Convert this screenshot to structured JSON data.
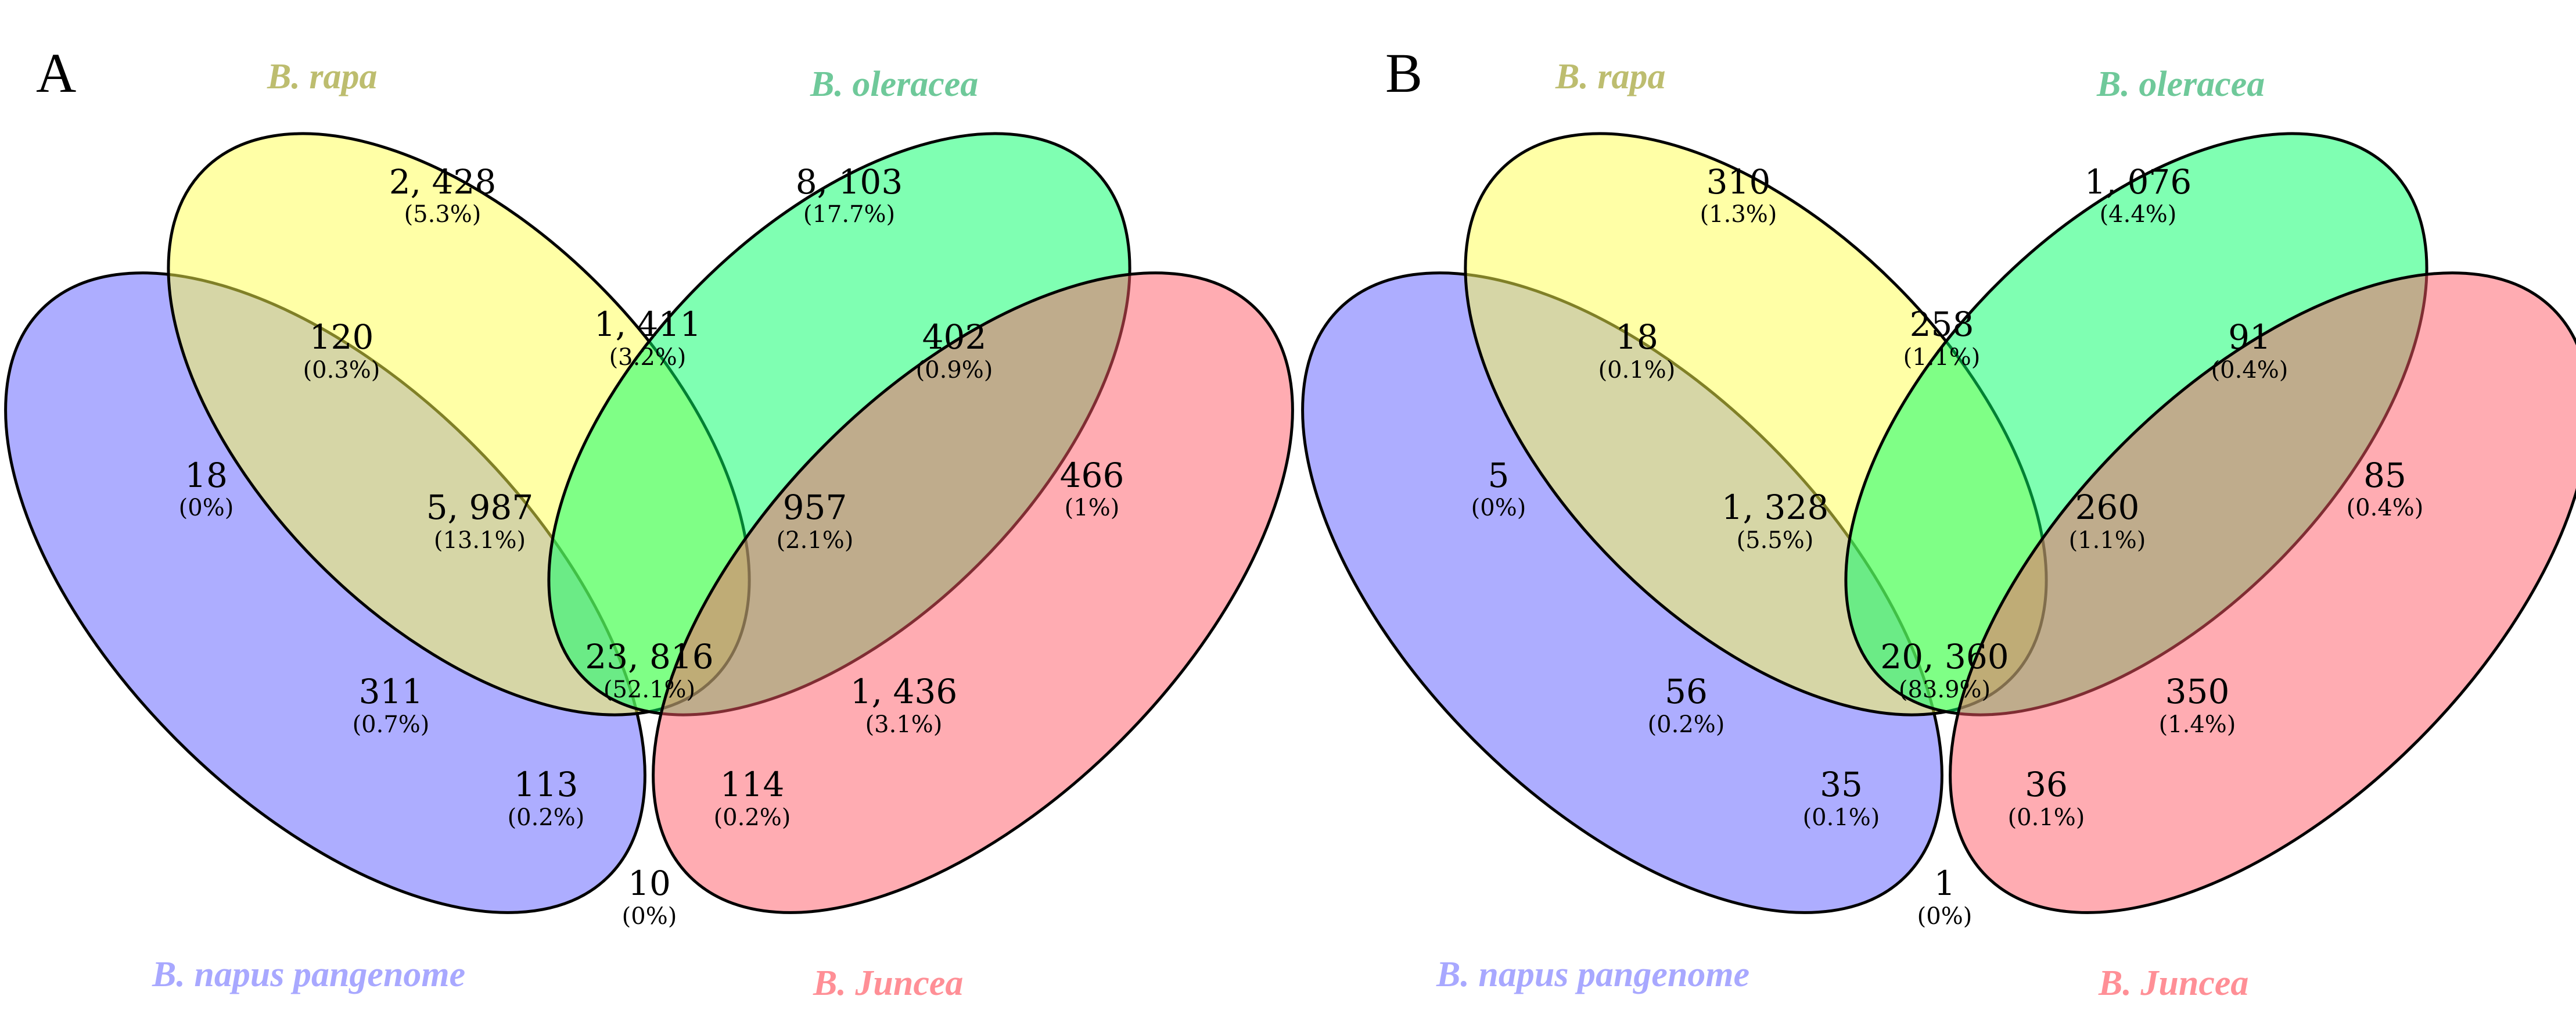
{
  "colors": {
    "napus": "#5b5cff",
    "rapa": "#ffff4d",
    "oleracea": "#00ff66",
    "juncea": "#ff5a66",
    "label_napus": "#a8a8ff",
    "label_rapa": "#bdbd6f",
    "label_oleracea": "#6fc99a",
    "label_juncea": "#ff8f96"
  },
  "panels": [
    {
      "letter": "A",
      "sets": {
        "rapa": "B. rapa",
        "oleracea": "B. oleracea",
        "napus": "B. napus pangenome",
        "juncea": "B. Juncea"
      },
      "regions": {
        "napus_only": {
          "count": "18",
          "pct": "(0%)"
        },
        "rapa_only": {
          "count": "2, 428",
          "pct": "(5.3%)"
        },
        "oleracea_only": {
          "count": "8, 103",
          "pct": "(17.7%)"
        },
        "juncea_only": {
          "count": "466",
          "pct": "(1%)"
        },
        "napus_rapa": {
          "count": "120",
          "pct": "(0.3%)"
        },
        "rapa_oleracea": {
          "count": "1, 411",
          "pct": "(3.2%)"
        },
        "oleracea_juncea": {
          "count": "402",
          "pct": "(0.9%)"
        },
        "napus_rapa_oleracea": {
          "count": "5, 987",
          "pct": "(13.1%)"
        },
        "rapa_oleracea_juncea": {
          "count": "957",
          "pct": "(2.1%)"
        },
        "napus_oleracea": {
          "count": "311",
          "pct": "(0.7%)"
        },
        "all": {
          "count": "23, 816",
          "pct": "(52.1%)"
        },
        "rapa_juncea": {
          "count": "1, 436",
          "pct": "(3.1%)"
        },
        "napus_oleracea_juncea": {
          "count": "113",
          "pct": "(0.2%)"
        },
        "napus_rapa_juncea": {
          "count": "114",
          "pct": "(0.2%)"
        },
        "napus_juncea": {
          "count": "10",
          "pct": "(0%)"
        }
      }
    },
    {
      "letter": "B",
      "sets": {
        "rapa": "B. rapa",
        "oleracea": "B. oleracea",
        "napus": "B. napus pangenome",
        "juncea": "B. Juncea"
      },
      "regions": {
        "napus_only": {
          "count": "5",
          "pct": "(0%)"
        },
        "rapa_only": {
          "count": "310",
          "pct": "(1.3%)"
        },
        "oleracea_only": {
          "count": "1, 076",
          "pct": "(4.4%)"
        },
        "juncea_only": {
          "count": "85",
          "pct": "(0.4%)"
        },
        "napus_rapa": {
          "count": "18",
          "pct": "(0.1%)"
        },
        "rapa_oleracea": {
          "count": "258",
          "pct": "(1.1%)"
        },
        "oleracea_juncea": {
          "count": "91",
          "pct": "(0.4%)"
        },
        "napus_rapa_oleracea": {
          "count": "1, 328",
          "pct": "(5.5%)"
        },
        "rapa_oleracea_juncea": {
          "count": "260",
          "pct": "(1.1%)"
        },
        "napus_oleracea": {
          "count": "56",
          "pct": "(0.2%)"
        },
        "all": {
          "count": "20, 360",
          "pct": "(83.9%)"
        },
        "rapa_juncea": {
          "count": "350",
          "pct": "(1.4%)"
        },
        "napus_oleracea_juncea": {
          "count": "35",
          "pct": "(0.1%)"
        },
        "napus_rapa_juncea": {
          "count": "36",
          "pct": "(0.1%)"
        },
        "napus_juncea": {
          "count": "1",
          "pct": "(0%)"
        }
      }
    }
  ]
}
